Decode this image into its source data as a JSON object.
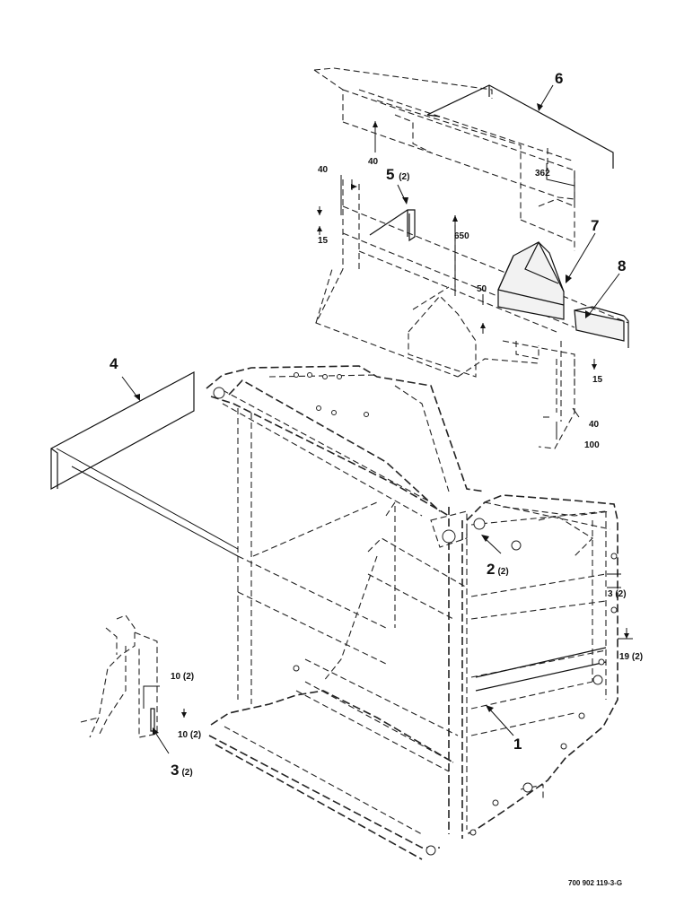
{
  "diagram": {
    "callouts": {
      "c1": {
        "label": "1",
        "qty": ""
      },
      "c2": {
        "label": "2",
        "qty": "(2)"
      },
      "c3": {
        "label": "3",
        "qty": "(2)"
      },
      "c4": {
        "label": "4",
        "qty": ""
      },
      "c5": {
        "label": "5",
        "qty": "(2)"
      },
      "c6": {
        "label": "6",
        "qty": ""
      },
      "c7": {
        "label": "7",
        "qty": ""
      },
      "c8": {
        "label": "8",
        "qty": ""
      }
    },
    "dimensions": {
      "d40_top": "40",
      "d362": "362",
      "d40_left": "40",
      "d15_left": "15",
      "d650": "650",
      "d50": "50",
      "d15_right": "15",
      "d40_right": "40",
      "d100": "100",
      "d3_2": "3 (2)",
      "d19_2": "19 (2)",
      "d10_2_upper": "10 (2)",
      "d10_2_lower": "10 (2)"
    },
    "drawing_number": "700 902 119-3-G"
  }
}
